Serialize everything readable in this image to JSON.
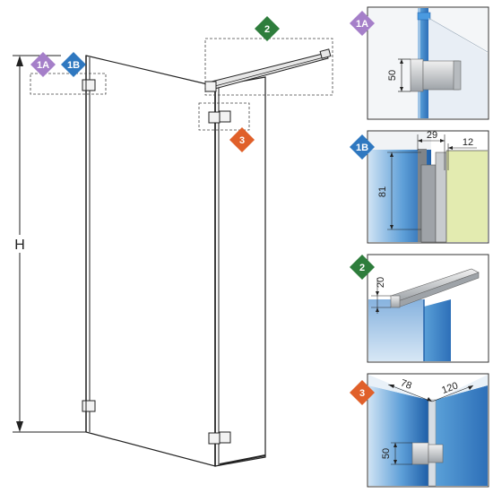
{
  "badges": {
    "b1A": {
      "label": "1A",
      "color": "#a57fc9"
    },
    "b1B": {
      "label": "1B",
      "color": "#2f78c0"
    },
    "b2": {
      "label": "2",
      "color": "#2e7d3c"
    },
    "b3": {
      "label": "3",
      "color": "#e0602a"
    }
  },
  "main_height_label": "H",
  "panel_1A": {
    "dim": "50"
  },
  "panel_1B": {
    "dim_top_left": "29",
    "dim_top_right": "12",
    "dim_side": "81"
  },
  "panel_2": {
    "dim": "20"
  },
  "panel_3": {
    "dim_top_left": "78",
    "dim_top_right": "120",
    "dim_side": "50"
  },
  "colors": {
    "glass_blue": "#2f78c0",
    "wall_green": "#e3ebb0",
    "metal": "#b8bcc0"
  }
}
